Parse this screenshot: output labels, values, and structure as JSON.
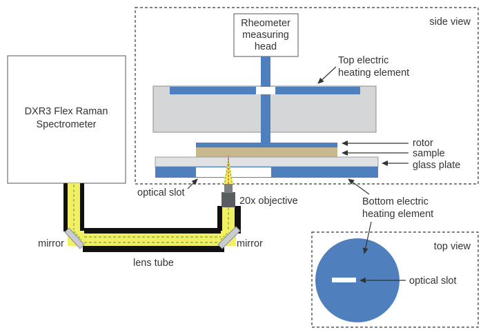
{
  "labels": {
    "spectrometer_line1": "DXR3 Flex Raman",
    "spectrometer_line2": "Spectrometer",
    "rheometer_line1": "Rheometer",
    "rheometer_line2": "measuring",
    "rheometer_line3": "head",
    "side_view": "side view",
    "top_view": "top view",
    "top_heating_line1": "Top electric",
    "top_heating_line2": "heating element",
    "rotor": "rotor",
    "sample": "sample",
    "glass_plate": "glass plate",
    "optical_slot_side": "optical slot",
    "objective": "20x objective",
    "bottom_heating_line1": "Bottom electric",
    "bottom_heating_line2": "heating element",
    "mirror_left": "mirror",
    "mirror_right": "mirror",
    "lens_tube": "lens tube",
    "optical_slot_top": "optical slot"
  },
  "colors": {
    "element_blue": "#4f7fbd",
    "housing_gray": "#d4d6d8",
    "sample_tan": "#c8b88f",
    "beam_yellow": "#f2ef62",
    "tube_black": "#111111",
    "laser_red": "#e23b2e",
    "text": "#333333",
    "dashed_frame": "#333333"
  }
}
